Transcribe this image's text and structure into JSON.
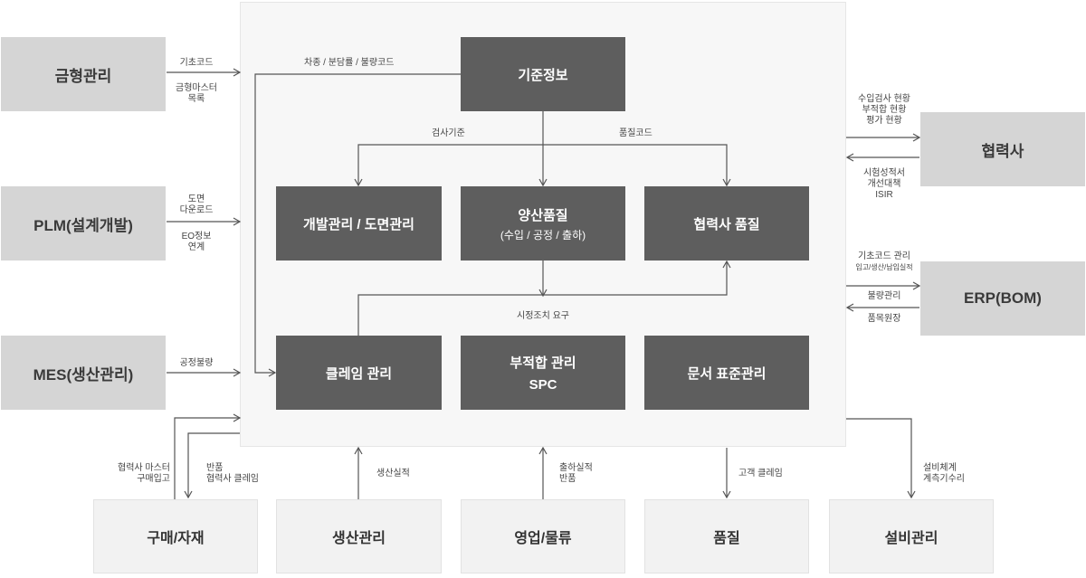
{
  "external": {
    "mold": "금형관리",
    "plm": "PLM(설계개발)",
    "mes": "MES(생산관리)",
    "supplier": "협력사",
    "erp": "ERP(BOM)"
  },
  "core": {
    "base_info": "기준정보",
    "dev": "개발관리 / 도면관리",
    "mass_title": "양산품질",
    "mass_sub": "(수입 / 공정 / 출하)",
    "supplier_quality": "협력사 품질",
    "claim": "클레임 관리",
    "nonconf_title": "부적합 관리",
    "nonconf_sub": "SPC",
    "doc": "문서 표준관리"
  },
  "bottom": {
    "purchase": "구매/자재",
    "production": "생산관리",
    "sales": "영업/물류",
    "quality": "품질",
    "equipment": "설비관리"
  },
  "labels": {
    "mold_l1": "기초코드",
    "mold_l2": "금형마스터",
    "mold_l3": "목록",
    "plm_l1": "도면",
    "plm_l2": "다운로드",
    "plm_l3": "EO정보",
    "plm_l4": "연계",
    "mes_l1": "공정불량",
    "car_code": "차종 / 분담률 / 불량코드",
    "inspection": "검사기준",
    "quality_code": "품질코드",
    "corrective": "시정조치 요구",
    "sup_in1": "수입검사 현황",
    "sup_in2": "부적합 현황",
    "sup_in3": "평가 현황",
    "sup_out1": "시험성적서",
    "sup_out2": "개선대책",
    "sup_out3": "ISIR",
    "erp_in1": "기초코드 관리",
    "erp_in2": "입고/생산/납입실적",
    "erp_out1": "불량관리",
    "erp_out2": "품목원장",
    "pur_in1": "협력사 마스터",
    "pur_in2": "구매입고",
    "pur_out1": "반품",
    "pur_out2": "협력사 클레임",
    "prod": "생산실적",
    "sales1": "출하실적",
    "sales2": "반품",
    "quality_claim": "고객 클레임",
    "eq1": "설비체계",
    "eq2": "계측기수리"
  },
  "colors": {
    "dark_box": "#5e5e5e",
    "ext_box": "#d5d5d5",
    "bottom_box": "#f2f2f2",
    "core_bg": "#f7f7f7",
    "line": "#555555"
  }
}
